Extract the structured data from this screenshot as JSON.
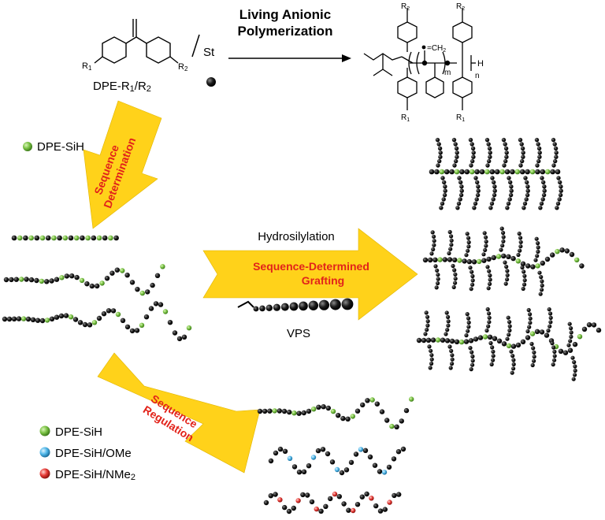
{
  "reaction": {
    "monomer_label": "DPE-R",
    "monomer_sub1": "1",
    "monomer_slash": "/R",
    "monomer_sub2": "2",
    "comonomer": "St",
    "r1": "R",
    "r1_sub": "1",
    "r2": "R",
    "r2_sub": "2",
    "process_line1": "Living Anionic",
    "process_line2": "Polymerization",
    "vinylidene": "=CH",
    "vinylidene_sub": "2",
    "index_m": "m",
    "index_n": "n",
    "end_h": "H"
  },
  "arrows": {
    "determination_line1": "Sequence",
    "determination_line2": "Determination",
    "grafting_line1": "Sequence-Determined",
    "grafting_line2": "Grafting",
    "regulation_line1": "Sequence",
    "regulation_line2": "Regulation"
  },
  "legend_top": {
    "label": "DPE-SiH"
  },
  "grafting": {
    "hydrosilylation": "Hydrosilylation",
    "vps": "VPS"
  },
  "legend_bottom": {
    "items": [
      {
        "label": "DPE-SiH"
      },
      {
        "label": "DPE-SiH/OMe"
      },
      {
        "label": "DPE-SiH/NMe",
        "sub": "2"
      }
    ]
  },
  "colors": {
    "arrow_fill": "#FFD21A",
    "arrow_text": "#E2231A",
    "black_bead": "#1a1a1a",
    "green_bead": "#79C143",
    "blue_bead": "#4FB6E8",
    "red_bead": "#E53935"
  }
}
